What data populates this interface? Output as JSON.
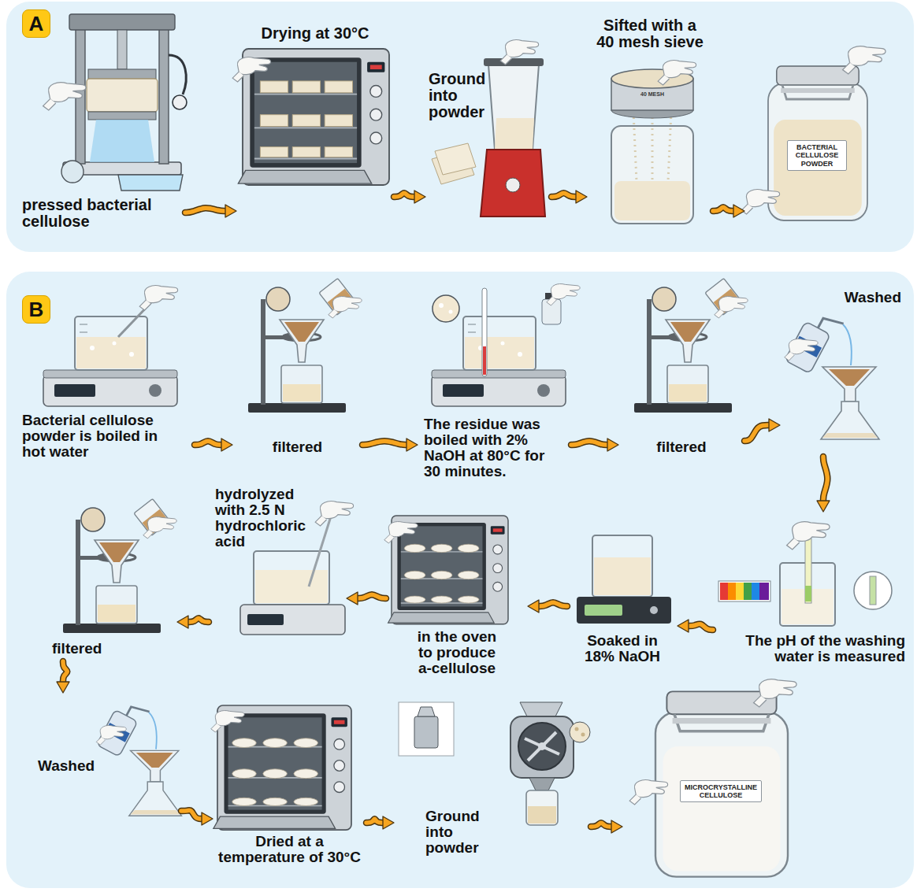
{
  "diagram": {
    "nodes": [
      {
        "text": [
          "A"
        ]
      },
      {
        "text": [
          "pressed bacterial cellulose"
        ],
        "in": 0
      },
      {
        "text": [
          "Drying at 30°C"
        ],
        "in": 0
      },
      {
        "text": [
          "Ground into powder"
        ],
        "in": 0
      },
      {
        "text": [
          "Sifted with a 40 mesh sieve"
        ],
        "in": 0
      },
      {
        "text": [
          "BACTERIAL CELLULOSE POWDER"
        ],
        "in": 0
      },
      {
        "text": [
          "B"
        ]
      },
      {
        "text": [
          "Bacterial cellulose powder is boiled in hot water"
        ],
        "in": 6
      },
      {
        "text": [
          "filtered"
        ],
        "in": 6
      },
      {
        "text": [
          "The residue was boiled with 2% NaOH at 80°C for 30 minutes."
        ],
        "in": 6
      },
      {
        "text": [
          "filtered"
        ],
        "in": 6
      },
      {
        "text": [
          "Washed"
        ],
        "in": 6
      },
      {
        "text": [
          "The pH of the washing water is measured"
        ],
        "in": 6
      },
      {
        "text": [
          "Soaked in 18% NaOH"
        ],
        "in": 6
      },
      {
        "text": [
          "in the oven to produce a-cellulose"
        ],
        "in": 6
      },
      {
        "text": [
          "hydrolyzed with 2.5 N hydrochloric acid"
        ],
        "in": 6
      },
      {
        "text": [
          "filtered"
        ],
        "in": 6
      },
      {
        "text": [
          "Washed"
        ],
        "in": 6
      },
      {
        "text": [
          "Dried at a temperature of 30°C"
        ],
        "in": 6
      },
      {
        "text": [
          "Ground into powder"
        ],
        "in": 6
      },
      {
        "text": [
          "MICROCRYSTALLINE CELLULOSE"
        ],
        "in": 6
      }
    ],
    "edges": [
      {
        "from": 1,
        "to": 2,
        "arrow": "to"
      },
      {
        "from": 2,
        "to": 3,
        "arrow": "to"
      },
      {
        "from": 3,
        "to": 4,
        "arrow": "to"
      },
      {
        "from": 4,
        "to": 5,
        "arrow": "to"
      },
      {
        "from": 7,
        "to": 8,
        "arrow": "to"
      },
      {
        "from": 8,
        "to": 9,
        "arrow": "to"
      },
      {
        "from": 9,
        "to": 10,
        "arrow": "to"
      },
      {
        "from": 10,
        "to": 11,
        "arrow": "to"
      },
      {
        "from": 11,
        "to": 12,
        "arrow": "to"
      },
      {
        "from": 12,
        "to": 13,
        "arrow": "to"
      },
      {
        "from": 13,
        "to": 14,
        "arrow": "to"
      },
      {
        "from": 14,
        "to": 15,
        "arrow": "to"
      },
      {
        "from": 15,
        "to": 16,
        "arrow": "to"
      },
      {
        "from": 16,
        "to": 17,
        "arrow": "to"
      },
      {
        "from": 17,
        "to": 18,
        "arrow": "to"
      },
      {
        "from": 18,
        "to": 19,
        "arrow": "to"
      },
      {
        "from": 19,
        "to": 20,
        "arrow": "to"
      }
    ],
    "labels": [
      "40 MESH"
    ]
  }
}
